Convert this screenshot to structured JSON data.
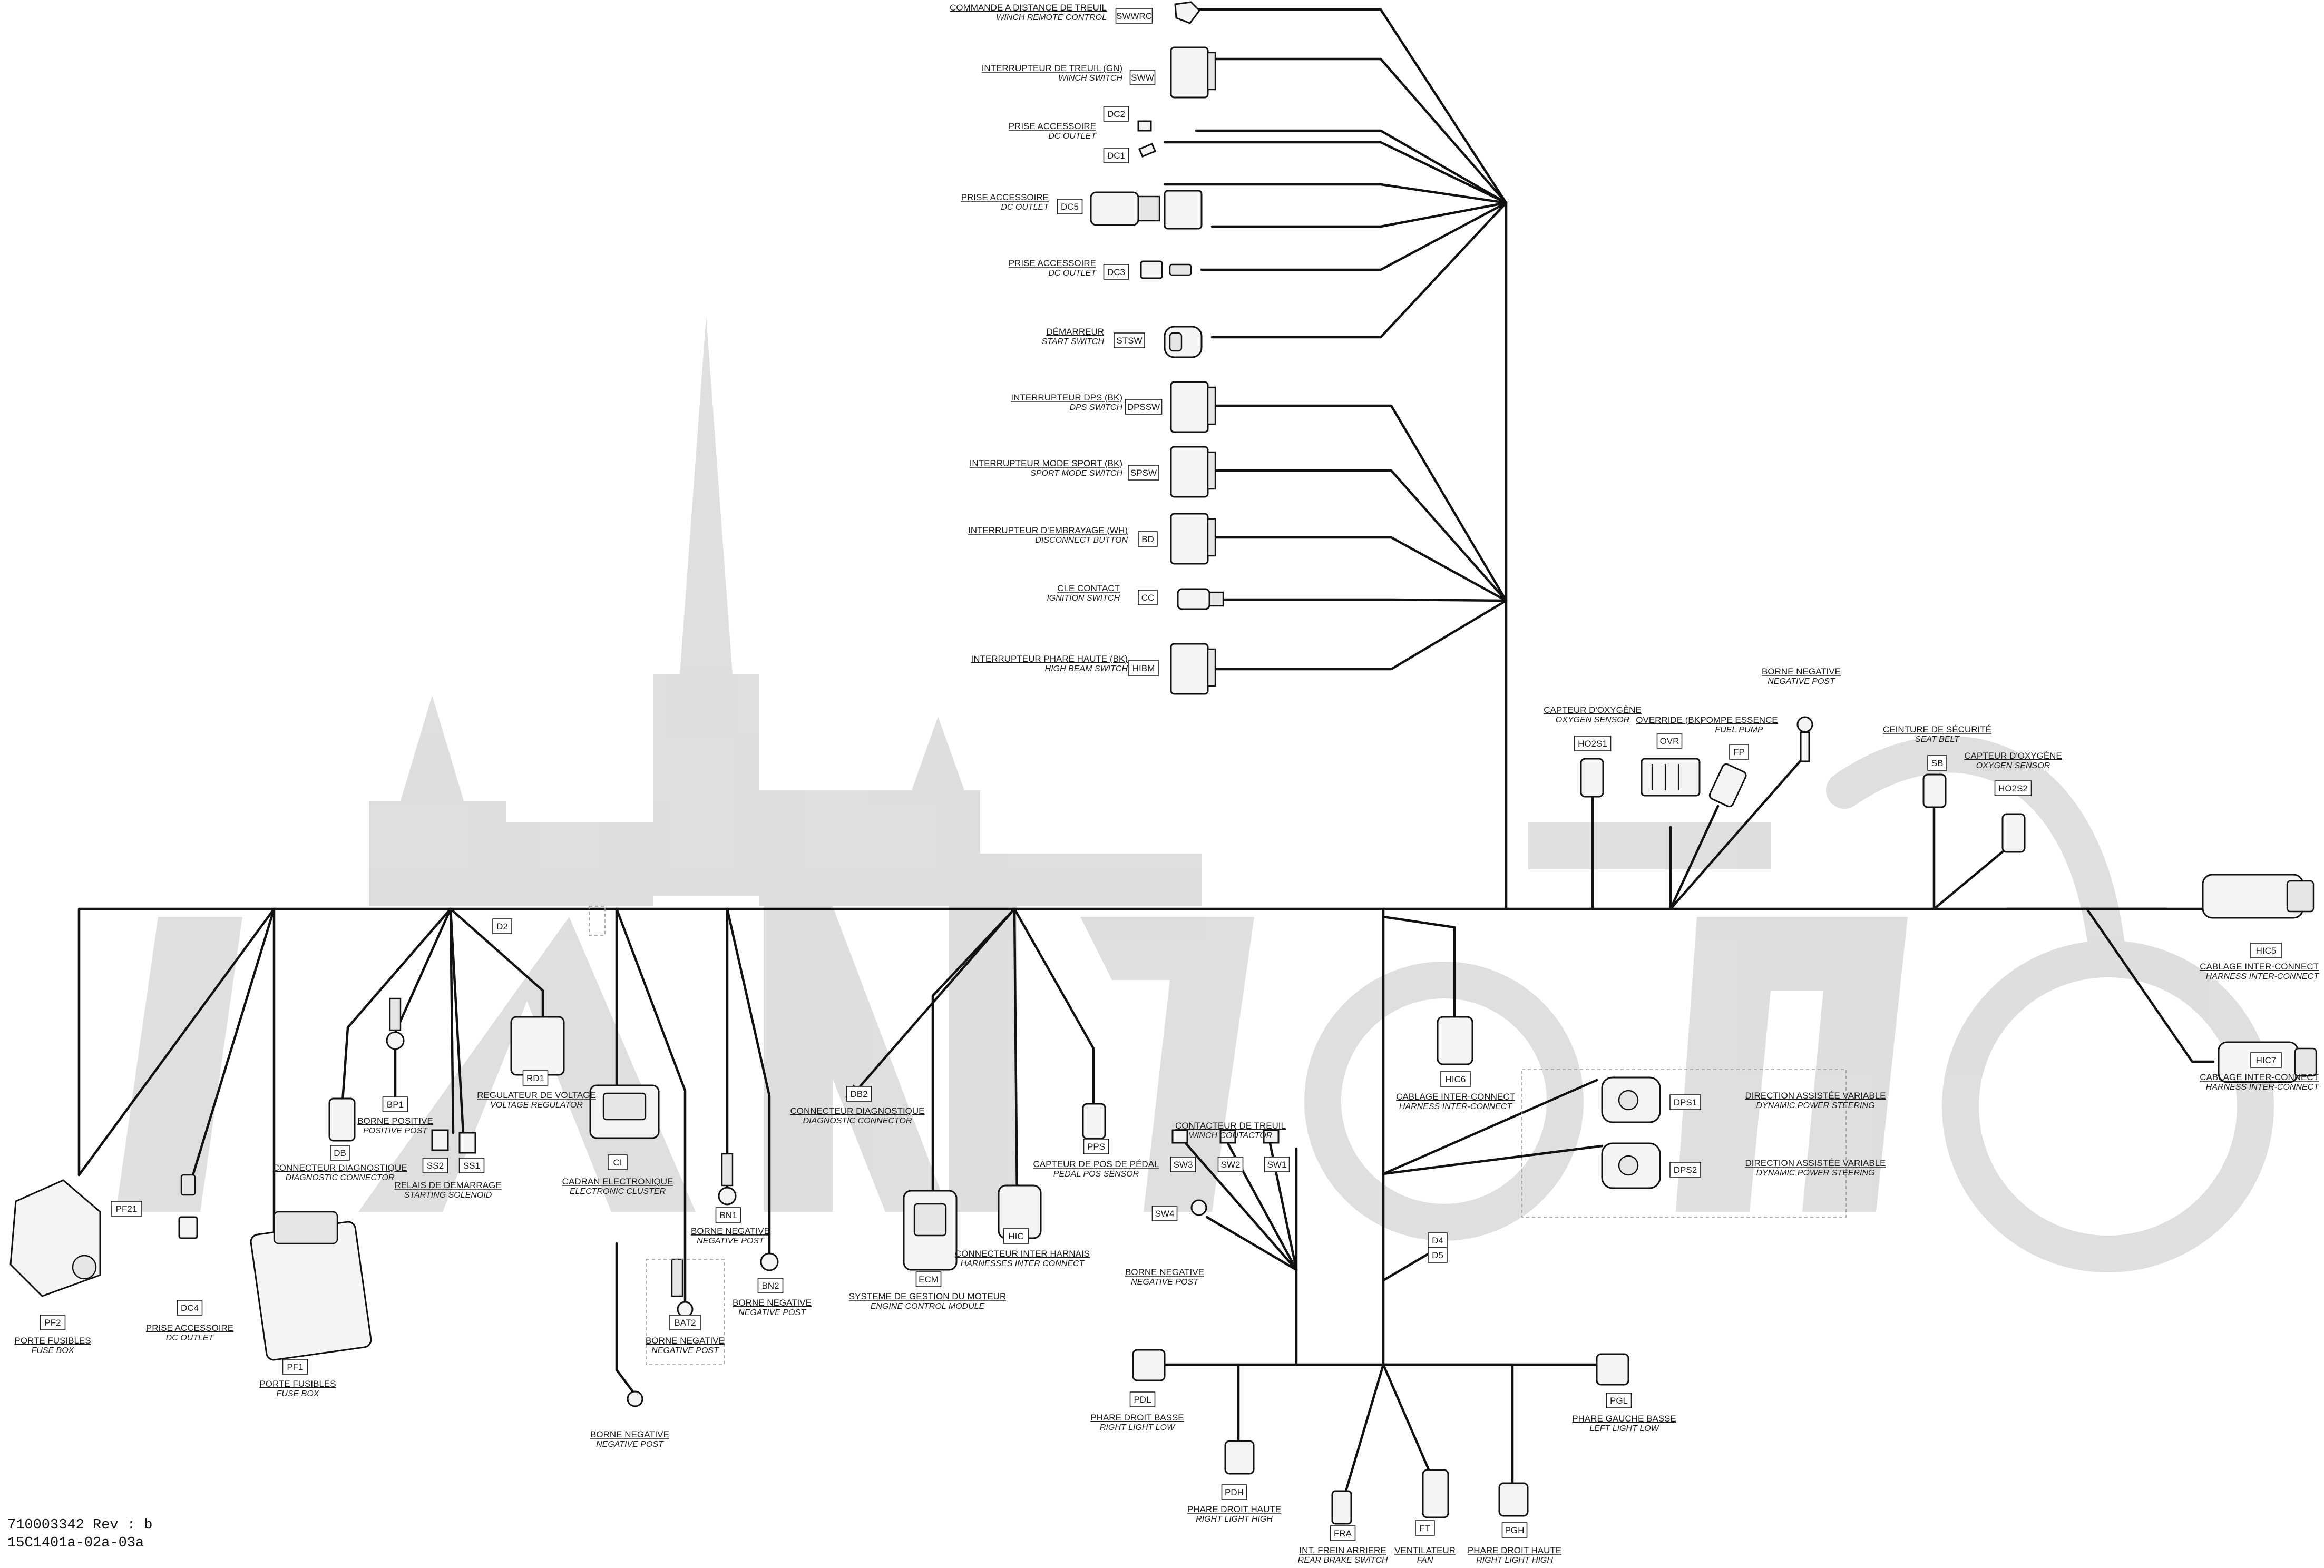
{
  "footer": {
    "part_line": "710003342 Rev : b",
    "drawing_line": "15C1401a-02a-03a"
  },
  "components": [
    {
      "code": "SWWRC",
      "fr": "COMMANDE A DISTANCE DE TREUIL",
      "en": "WINCH REMOTE CONTROL",
      "icon": "winch-remote-plug-icon"
    },
    {
      "code": "SWW",
      "fr": "INTERRUPTEUR DE TREUIL (GN)",
      "en": "WINCH SWITCH",
      "icon": "switch-connector-icon"
    },
    {
      "code": "DC2",
      "fr": "",
      "en": "",
      "icon": "spade-terminal-icon"
    },
    {
      "code": "DC1",
      "fr": "PRISE ACCESSOIRE",
      "en": "DC OUTLET",
      "icon": "spade-terminal-icon"
    },
    {
      "code": "DC5",
      "fr": "PRISE ACCESSOIRE",
      "en": "DC OUTLET",
      "icon": "dc-outlet-plug-icon"
    },
    {
      "code": "DC3",
      "fr": "PRISE ACCESSOIRE",
      "en": "DC OUTLET",
      "icon": "dc-outlet-small-icon"
    },
    {
      "code": "STSW",
      "fr": "DÉMARREUR",
      "en": "START SWITCH",
      "icon": "start-switch-icon"
    },
    {
      "code": "DPSSW",
      "fr": "INTERRUPTEUR DPS (BK)",
      "en": "DPS SWITCH",
      "icon": "switch-connector-icon"
    },
    {
      "code": "SPSW",
      "fr": "INTERRUPTEUR MODE SPORT (BK)",
      "en": "SPORT MODE SWITCH",
      "icon": "switch-connector-icon"
    },
    {
      "code": "BD",
      "fr": "INTERRUPTEUR D'EMBRAYAGE (WH)",
      "en": "DISCONNECT BUTTON",
      "icon": "switch-connector-icon"
    },
    {
      "code": "CC",
      "fr": "CLE CONTACT",
      "en": "IGNITION SWITCH",
      "icon": "ignition-plug-icon"
    },
    {
      "code": "HIBM",
      "fr": "INTERRUPTEUR PHARE HAUTE (BK)",
      "en": "HIGH BEAM SWITCH",
      "icon": "switch-connector-icon"
    },
    {
      "code": "HO2S1",
      "fr": "CAPTEUR D'OXYGÈNE",
      "en": "OXYGEN SENSOR",
      "icon": "sensor-connector-icon"
    },
    {
      "code": "OVR",
      "fr": "OVERRIDE (BK)",
      "en": "",
      "icon": "override-connector-icon"
    },
    {
      "code": "FP",
      "fr": "POMPE ESSENCE",
      "en": "FUEL PUMP",
      "icon": "fuel-pump-connector-icon"
    },
    {
      "code": "",
      "fr": "BORNE NEGATIVE",
      "en": "NEGATIVE POST",
      "icon": "ring-terminal-icon"
    },
    {
      "code": "SB",
      "fr": "CEINTURE DE SÉCURITÉ",
      "en": "SEAT BELT",
      "icon": "seat-belt-connector-icon"
    },
    {
      "code": "HO2S2",
      "fr": "CAPTEUR D'OXYGÈNE",
      "en": "OXYGEN SENSOR",
      "icon": "sensor-connector-icon"
    },
    {
      "code": "HIC5",
      "fr": "CABLAGE INTER-CONNECT",
      "en": "HARNESS INTER-CONNECT",
      "icon": "large-harness-connector-icon"
    },
    {
      "code": "HIC7",
      "fr": "CABLAGE INTER-CONNECT",
      "en": "HARNESS INTER-CONNECT",
      "icon": "harness-connector-icon"
    },
    {
      "code": "HIC6",
      "fr": "CABLAGE INTER-CONNECT",
      "en": "HARNESS INTER-CONNECT",
      "icon": "harness-connector-icon"
    },
    {
      "code": "DPS1",
      "fr": "DIRECTION ASSISTÉE VARIABLE",
      "en": "DYNAMIC POWER STEERING",
      "icon": "power-steering-connector-icon"
    },
    {
      "code": "DPS2",
      "fr": "DIRECTION ASSISTÉE VARIABLE",
      "en": "DYNAMIC POWER STEERING",
      "icon": "power-steering-connector-icon"
    },
    {
      "code": "D4",
      "fr": "",
      "en": "",
      "icon": ""
    },
    {
      "code": "D5",
      "fr": "",
      "en": "",
      "icon": ""
    },
    {
      "code": "SW3",
      "fr": "",
      "en": "",
      "icon": "spade-terminal-icon"
    },
    {
      "code": "SW2",
      "fr": "CONTACTEUR DE TREUIL",
      "en": "WINCH CONTACTOR",
      "icon": "spade-terminal-icon"
    },
    {
      "code": "SW1",
      "fr": "",
      "en": "",
      "icon": "spade-terminal-icon"
    },
    {
      "code": "SW4",
      "fr": "BORNE NEGATIVE",
      "en": "NEGATIVE POST",
      "icon": "ring-terminal-icon"
    },
    {
      "code": "PDL",
      "fr": "PHARE DROIT BASSE",
      "en": "RIGHT LIGHT LOW",
      "icon": "headlight-connector-icon"
    },
    {
      "code": "PDH",
      "fr": "PHARE DROIT HAUTE",
      "en": "RIGHT LIGHT HIGH",
      "icon": "headlight-connector-icon"
    },
    {
      "code": "FRA",
      "fr": "INT. FREIN ARRIERE",
      "en": "REAR BRAKE SWITCH",
      "icon": "brake-switch-connector-icon"
    },
    {
      "code": "FT",
      "fr": "VENTILATEUR",
      "en": "FAN",
      "icon": "fan-connector-icon"
    },
    {
      "code": "PGH",
      "fr": "PHARE DROIT HAUTE",
      "en": "RIGHT LIGHT HIGH",
      "icon": "headlight-connector-icon"
    },
    {
      "code": "PGL",
      "fr": "PHARE GAUCHE BASSE",
      "en": "LEFT LIGHT LOW",
      "icon": "headlight-connector-icon"
    },
    {
      "code": "PF21",
      "fr": "",
      "en": "",
      "icon": ""
    },
    {
      "code": "PF2",
      "fr": "PORTE FUSIBLES",
      "en": "FUSE BOX",
      "icon": "fuse-box-icon"
    },
    {
      "code": "DC4",
      "fr": "PRISE ACCESSOIRE",
      "en": "DC OUTLET",
      "icon": "dc-outlet-small-icon"
    },
    {
      "code": "PF1",
      "fr": "PORTE FUSIBLES",
      "en": "FUSE BOX",
      "icon": "fuse-box-icon"
    },
    {
      "code": "DB",
      "fr": "CONNECTEUR DIAGNOSTIQUE",
      "en": "DIAGNOSTIC CONNECTOR",
      "icon": "diagnostic-connector-icon"
    },
    {
      "code": "BP1",
      "fr": "BORNE POSITIVE",
      "en": "POSITIVE POST",
      "icon": "ring-terminal-icon"
    },
    {
      "code": "SS2",
      "fr": "",
      "en": "",
      "icon": "solenoid-terminal-icon"
    },
    {
      "code": "SS1",
      "fr": "RELAIS DE DEMARRAGE",
      "en": "STARTING SOLENOID",
      "icon": "solenoid-terminal-icon"
    },
    {
      "code": "RD1",
      "fr": "REGULATEUR DE VOLTAGE",
      "en": "VOLTAGE REGULATOR",
      "icon": "voltage-regulator-connector-icon"
    },
    {
      "code": "D2",
      "fr": "",
      "en": "",
      "icon": ""
    },
    {
      "code": "CI",
      "fr": "CADRAN ELECTRONIQUE",
      "en": "ELECTRONIC CLUSTER",
      "icon": "cluster-connector-icon"
    },
    {
      "code": "BAT2",
      "fr": "BORNE NEGATIVE",
      "en": "NEGATIVE POST",
      "icon": "battery-terminal-icon"
    },
    {
      "code": "",
      "fr": "BORNE NEGATIVE",
      "en": "NEGATIVE POST",
      "icon": "ring-terminal-icon"
    },
    {
      "code": "BN1",
      "fr": "BORNE NEGATIVE",
      "en": "NEGATIVE POST",
      "icon": "ring-terminal-icon"
    },
    {
      "code": "BN2",
      "fr": "BORNE NEGATIVE",
      "en": "NEGATIVE POST",
      "icon": "ring-terminal-icon"
    },
    {
      "code": "DB2",
      "fr": "CONNECTEUR DIAGNOSTIQUE",
      "en": "DIAGNOSTIC CONNECTOR",
      "icon": "diagnostic-connector-icon"
    },
    {
      "code": "ECM",
      "fr": "SYSTEME DE GESTION DU MOTEUR",
      "en": "ENGINE CONTROL MODULE",
      "icon": "ecm-connector-icon"
    },
    {
      "code": "HIC",
      "fr": "CONNECTEUR INTER HARNAIS",
      "en": "HARNESSES INTER CONNECT",
      "icon": "harness-connector-icon"
    },
    {
      "code": "PPS",
      "fr": "CAPTEUR DE POS DE PÉDAL",
      "en": "PEDAL POS SENSOR",
      "icon": "pedal-sensor-connector-icon"
    }
  ]
}
